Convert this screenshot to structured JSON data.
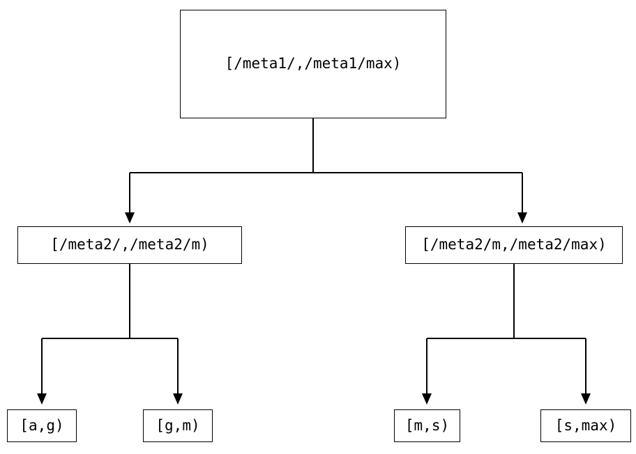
{
  "diagram": {
    "type": "tree",
    "line_color": "#000000",
    "box_border_color": "#000000",
    "background_color": "#ffffff",
    "nodes": {
      "root": {
        "label": "[/meta1/,/meta1/max)"
      },
      "left_child": {
        "label": "[/meta2/,/meta2/m)"
      },
      "right_child": {
        "label": "[/meta2/m,/meta2/max)"
      },
      "leaf_ag": {
        "label": "[a,g)"
      },
      "leaf_gm": {
        "label": "[g,m)"
      },
      "leaf_ms": {
        "label": "[m,s)"
      },
      "leaf_smax": {
        "label": "[s,max)"
      }
    },
    "edges": [
      {
        "from": "root",
        "to": "left_child"
      },
      {
        "from": "root",
        "to": "right_child"
      },
      {
        "from": "left_child",
        "to": "leaf_ag"
      },
      {
        "from": "left_child",
        "to": "leaf_gm"
      },
      {
        "from": "right_child",
        "to": "leaf_ms"
      },
      {
        "from": "right_child",
        "to": "leaf_smax"
      }
    ]
  }
}
